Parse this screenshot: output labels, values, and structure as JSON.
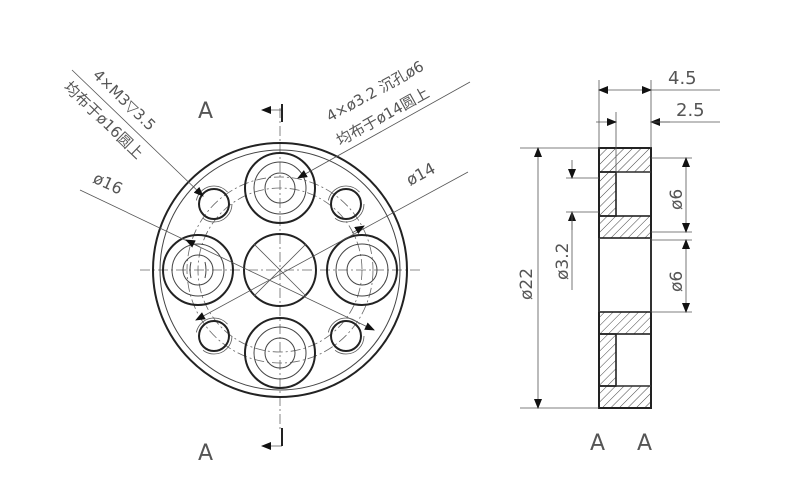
{
  "labels": {
    "section_a": "A",
    "tap_holes": "4×M3▽3.5",
    "tap_pcd": "均布于ø16圆上",
    "csk_holes": "4×ø3.2 沉孔ø6",
    "csk_pcd": "均布于ø14圆上",
    "dia16": "ø16",
    "dia14": "ø14",
    "thk_total": "4.5",
    "thk_step": "2.5",
    "dia22": "ø22",
    "dia32": "ø3.2",
    "dia6_top": "ø6",
    "dia6_bottom": "ø6"
  },
  "colors": {
    "line": "#222222",
    "text": "#555555",
    "arrow": "#111111"
  }
}
